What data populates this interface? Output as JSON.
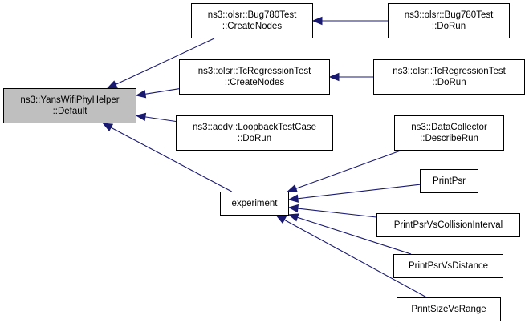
{
  "colors": {
    "edge": "#191970",
    "node_border": "#000000",
    "node_fill": "#ffffff",
    "root_fill": "#bfbfbf"
  },
  "nodes": {
    "root": {
      "line1": "ns3::YansWifiPhyHelper",
      "line2": "::Default"
    },
    "bug780_create": {
      "line1": "ns3::olsr::Bug780Test",
      "line2": "::CreateNodes"
    },
    "bug780_dorun": {
      "line1": "ns3::olsr::Bug780Test",
      "line2": "::DoRun"
    },
    "tcreg_create": {
      "line1": "ns3::olsr::TcRegressionTest",
      "line2": "::CreateNodes"
    },
    "tcreg_dorun": {
      "line1": "ns3::olsr::TcRegressionTest",
      "line2": "::DoRun"
    },
    "aodv_loopback": {
      "line1": "ns3::aodv::LoopbackTestCase",
      "line2": "::DoRun"
    },
    "experiment": {
      "line1": "experiment"
    },
    "datacollector": {
      "line1": "ns3::DataCollector",
      "line2": "::DescribeRun"
    },
    "printpsr": {
      "line1": "PrintPsr"
    },
    "printpsr_collision": {
      "line1": "PrintPsrVsCollisionInterval"
    },
    "printpsr_distance": {
      "line1": "PrintPsrVsDistance"
    },
    "printsize_range": {
      "line1": "PrintSizeVsRange"
    }
  },
  "edges": [
    {
      "from": "bug780_create",
      "to": "root"
    },
    {
      "from": "tcreg_create",
      "to": "root"
    },
    {
      "from": "aodv_loopback",
      "to": "root"
    },
    {
      "from": "experiment",
      "to": "root"
    },
    {
      "from": "bug780_dorun",
      "to": "bug780_create"
    },
    {
      "from": "tcreg_dorun",
      "to": "tcreg_create"
    },
    {
      "from": "datacollector",
      "to": "experiment"
    },
    {
      "from": "printpsr",
      "to": "experiment"
    },
    {
      "from": "printpsr_collision",
      "to": "experiment"
    },
    {
      "from": "printpsr_distance",
      "to": "experiment"
    },
    {
      "from": "printsize_range",
      "to": "experiment"
    }
  ]
}
